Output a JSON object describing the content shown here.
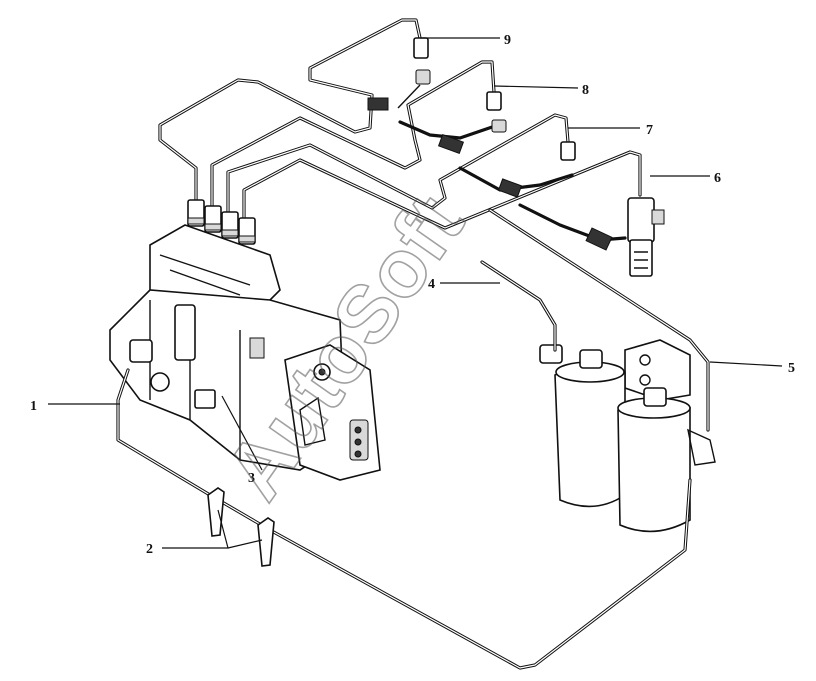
{
  "callouts": [
    {
      "id": "1",
      "text": "1"
    },
    {
      "id": "2",
      "text": "2"
    },
    {
      "id": "3",
      "text": "3"
    },
    {
      "id": "4",
      "text": "4"
    },
    {
      "id": "5",
      "text": "5"
    },
    {
      "id": "6",
      "text": "6"
    },
    {
      "id": "7",
      "text": "7"
    },
    {
      "id": "8",
      "text": "8"
    },
    {
      "id": "9",
      "text": "9"
    }
  ],
  "watermark": {
    "text": "AutoSoft"
  },
  "colors": {
    "ink": "#111111",
    "background": "#ffffff",
    "watermark": "#555555"
  }
}
